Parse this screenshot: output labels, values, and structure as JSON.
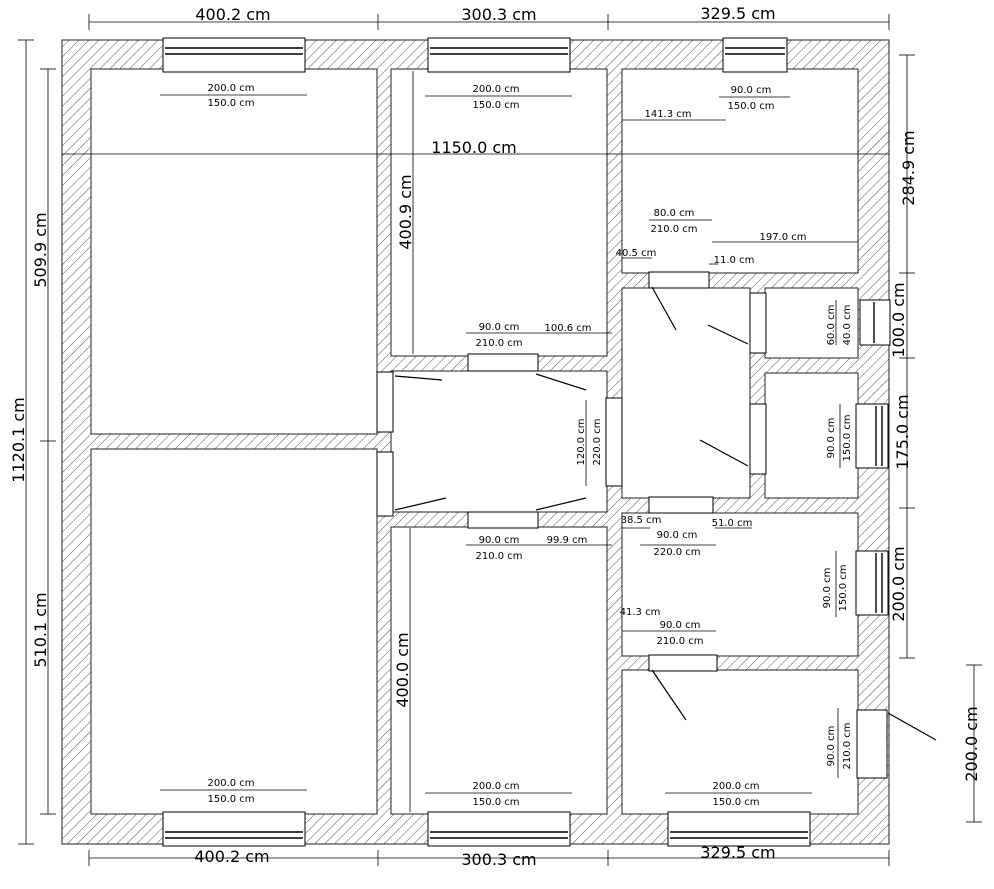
{
  "outer_dims": {
    "top": [
      "400.2 cm",
      "300.3 cm",
      "329.5 cm"
    ],
    "bottom": [
      "400.2 cm",
      "300.3 cm",
      "329.5 cm"
    ],
    "left_total": "1120.1 cm",
    "left_upper": "509.9 cm",
    "left_lower": "510.1 cm",
    "right": [
      "284.9 cm",
      "100.0 cm",
      "175.0 cm",
      "200.0 cm"
    ],
    "far_right": "200.0 cm",
    "overall_width": "1150.0 cm"
  },
  "inner_dims": {
    "r2_height": "400.9 cm",
    "r5_height": "400.0 cm",
    "win_top_left": [
      "200.0 cm",
      "150.0 cm"
    ],
    "win_top_mid": [
      "200.0 cm",
      "150.0 cm"
    ],
    "win_top_right": [
      "90.0 cm",
      "150.0 cm"
    ],
    "offset_141": "141.3 cm",
    "door_r3": [
      "80.0 cm",
      "210.0 cm"
    ],
    "offset_197": "197.0 cm",
    "offset_405": "40.5 cm",
    "offset_110": "11.0 cm",
    "door_hall_top": [
      "90.0 cm",
      "210.0 cm"
    ],
    "offset_1006": "100.6 cm",
    "hall_side": [
      "120.0 cm",
      "220.0 cm"
    ],
    "small_win": [
      "60.0 cm",
      "40.0 cm"
    ],
    "win_r9": [
      "90.0 cm",
      "150.0 cm"
    ],
    "door_hall_bottom": [
      "90.0 cm",
      "210.0 cm"
    ],
    "offset_999": "99.9 cm",
    "offset_385": "38.5 cm",
    "offset_510": "51.0 cm",
    "door_r7_bottom": [
      "90.0 cm",
      "220.0 cm"
    ],
    "win_r10": [
      "90.0 cm",
      "150.0 cm"
    ],
    "offset_413": "41.3 cm",
    "door_r11": [
      "90.0 cm",
      "210.0 cm"
    ],
    "door_ext": [
      "90.0 cm",
      "210.0 cm"
    ],
    "win_bot_left": [
      "200.0 cm",
      "150.0 cm"
    ],
    "win_bot_mid": [
      "200.0 cm",
      "150.0 cm"
    ],
    "win_bot_right": [
      "200.0 cm",
      "150.0 cm"
    ]
  }
}
